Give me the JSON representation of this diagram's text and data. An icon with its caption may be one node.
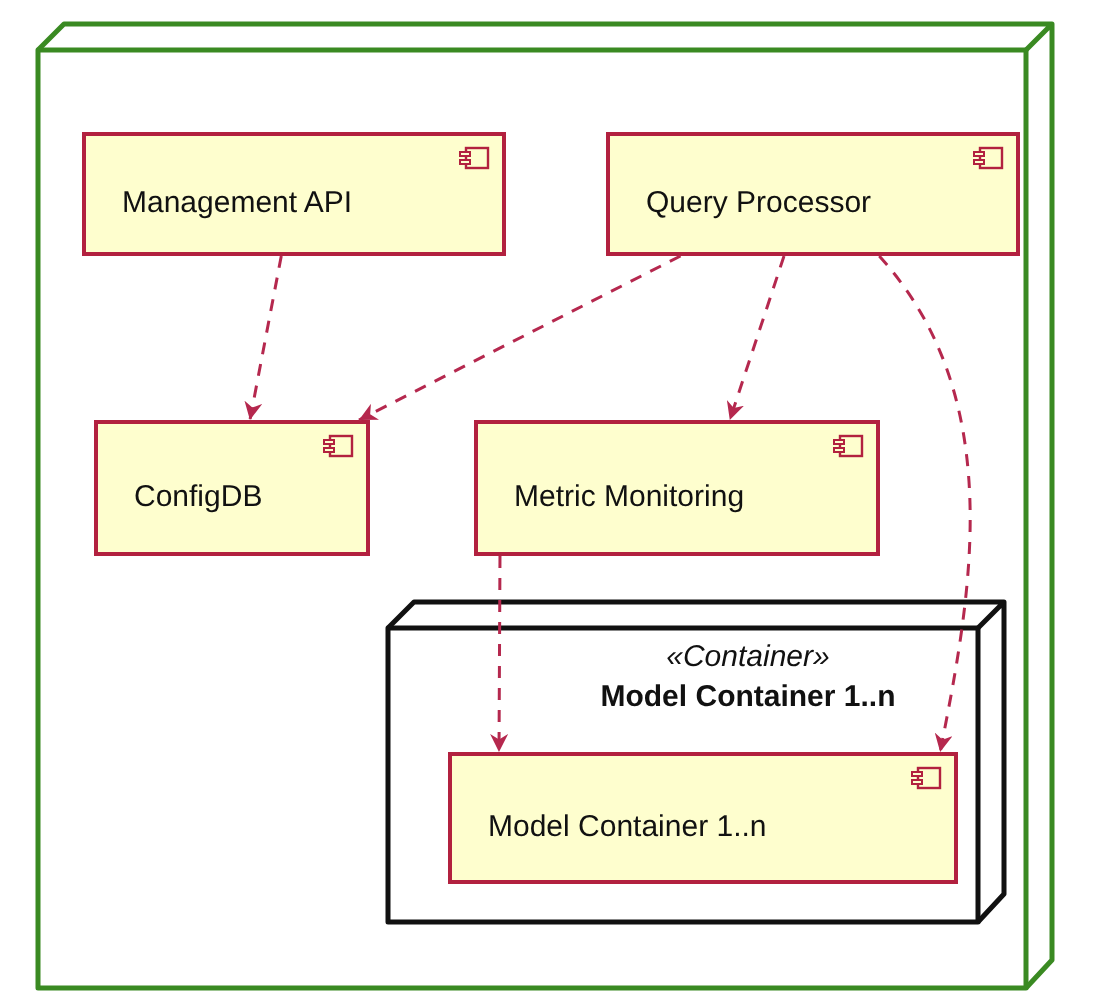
{
  "diagram": {
    "nodes": [
      {
        "text": [],
        "shape": "box"
      },
      {
        "text": [
          "Management API"
        ],
        "in": 0
      },
      {
        "text": [
          "Query Processor"
        ],
        "in": 0
      },
      {
        "text": [
          "ConfigDB"
        ],
        "in": 0
      },
      {
        "text": [
          "Metric Monitoring"
        ],
        "in": 0
      },
      {
        "text": [
          "«Container»",
          "Model Container 1..n"
        ],
        "in": 0
      },
      {
        "text": [
          "Model Container 1..n"
        ],
        "in": 5
      }
    ],
    "edges": [
      {
        "from": 1,
        "to": 3,
        "arrow": "to",
        "style": "dashed"
      },
      {
        "from": 2,
        "to": 3,
        "arrow": "to",
        "style": "dashed"
      },
      {
        "from": 2,
        "to": 4,
        "arrow": "to",
        "style": "dashed"
      },
      {
        "from": 4,
        "to": 6,
        "arrow": "to",
        "style": "dashed"
      },
      {
        "from": 2,
        "to": 6,
        "arrow": "to",
        "style": "dashed"
      }
    ]
  }
}
